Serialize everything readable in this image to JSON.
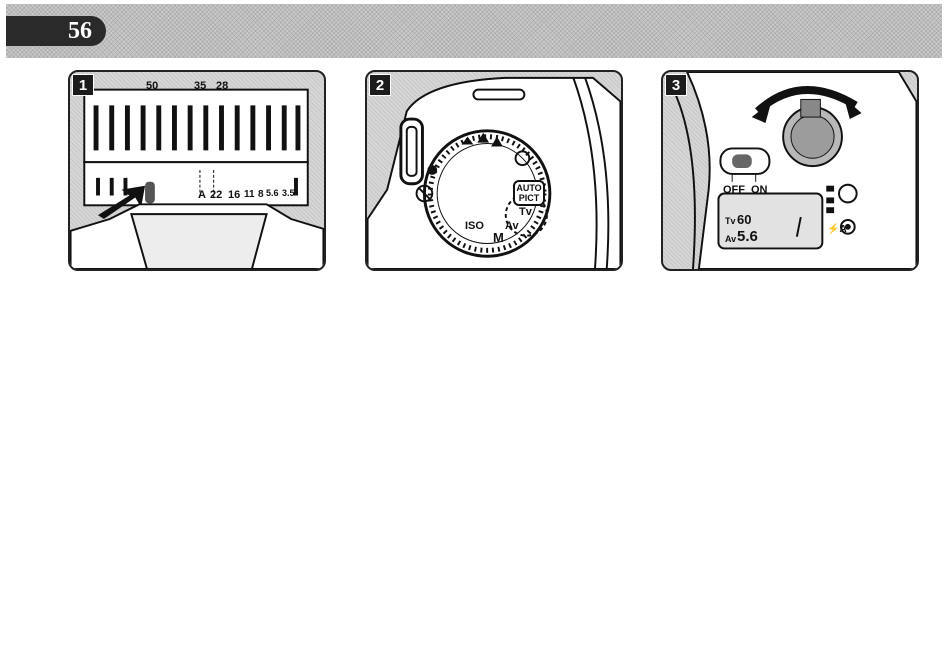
{
  "header": {
    "page_number": "56"
  },
  "panel1": {
    "step": "1",
    "focal_marks": [
      "50",
      "35",
      "28"
    ],
    "aperture_prefix": "A",
    "aperture_scale": [
      "22",
      "16",
      "11",
      "8",
      "5.6",
      "3.5"
    ]
  },
  "panel2": {
    "step": "2",
    "dial": {
      "auto": "AUTO",
      "pict": "PICT",
      "tv": "Tv",
      "av": "Av",
      "iso": "ISO",
      "m": "M"
    }
  },
  "panel3": {
    "step": "3",
    "switch": {
      "off": "OFF",
      "on": "ON"
    },
    "lcd": {
      "tv_label": "Tv",
      "tv_value": "60",
      "av_label": "Av",
      "av_value": "5.6",
      "flash": "⚡A"
    }
  }
}
